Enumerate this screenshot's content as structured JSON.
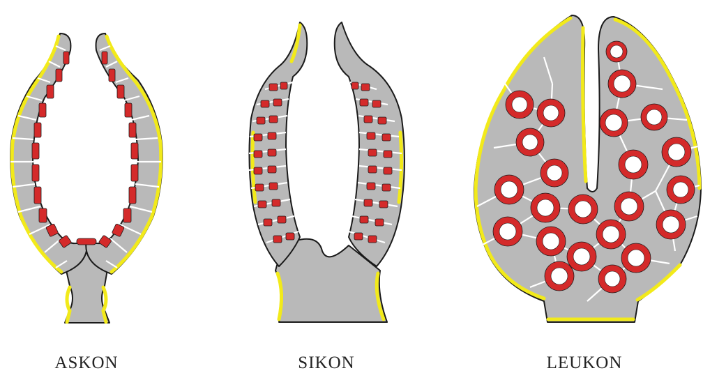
{
  "colors": {
    "background": "#ffffff",
    "pinacoderm": "#f2ea1a",
    "mesohyl": "#b9b9b9",
    "choanocyte": "#d42a2a",
    "outline": "#1a1a1a"
  },
  "labels": {
    "askon": "ASKON",
    "sikon": "SIKON",
    "leukon": "LEUKON"
  }
}
